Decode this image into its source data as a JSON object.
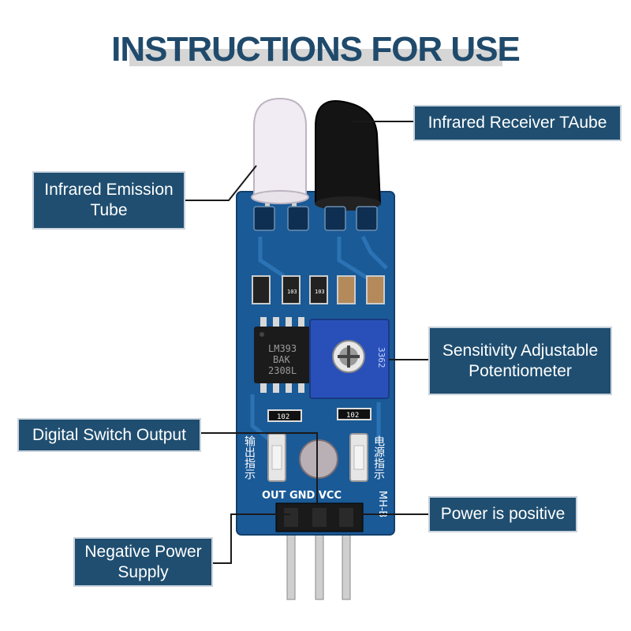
{
  "title": "INSTRUCTIONS FOR USE",
  "labels": {
    "receiver": "Infrared Receiver TAube",
    "emission": "Infrared Emission Tube",
    "sensitivity": "Sensitivity Adjustable Potentiometer",
    "digital_out": "Digital Switch Output",
    "power_positive": "Power is positive",
    "negative_supply": "Negative Power Supply"
  },
  "board_text": {
    "chip_line1": "LM393",
    "chip_line2": "BAK",
    "chip_line3": "2308L",
    "pins": "OUT GND VCC",
    "model": "MH-B",
    "resistor": "102",
    "resistor_small": "103",
    "pot_code": "3362",
    "left_led_cn": "输出指示",
    "right_led_cn": "电源指示"
  },
  "colors": {
    "title": "#204a6b",
    "callout_bg": "#1f4e70",
    "pcb": "#1a5a97"
  }
}
